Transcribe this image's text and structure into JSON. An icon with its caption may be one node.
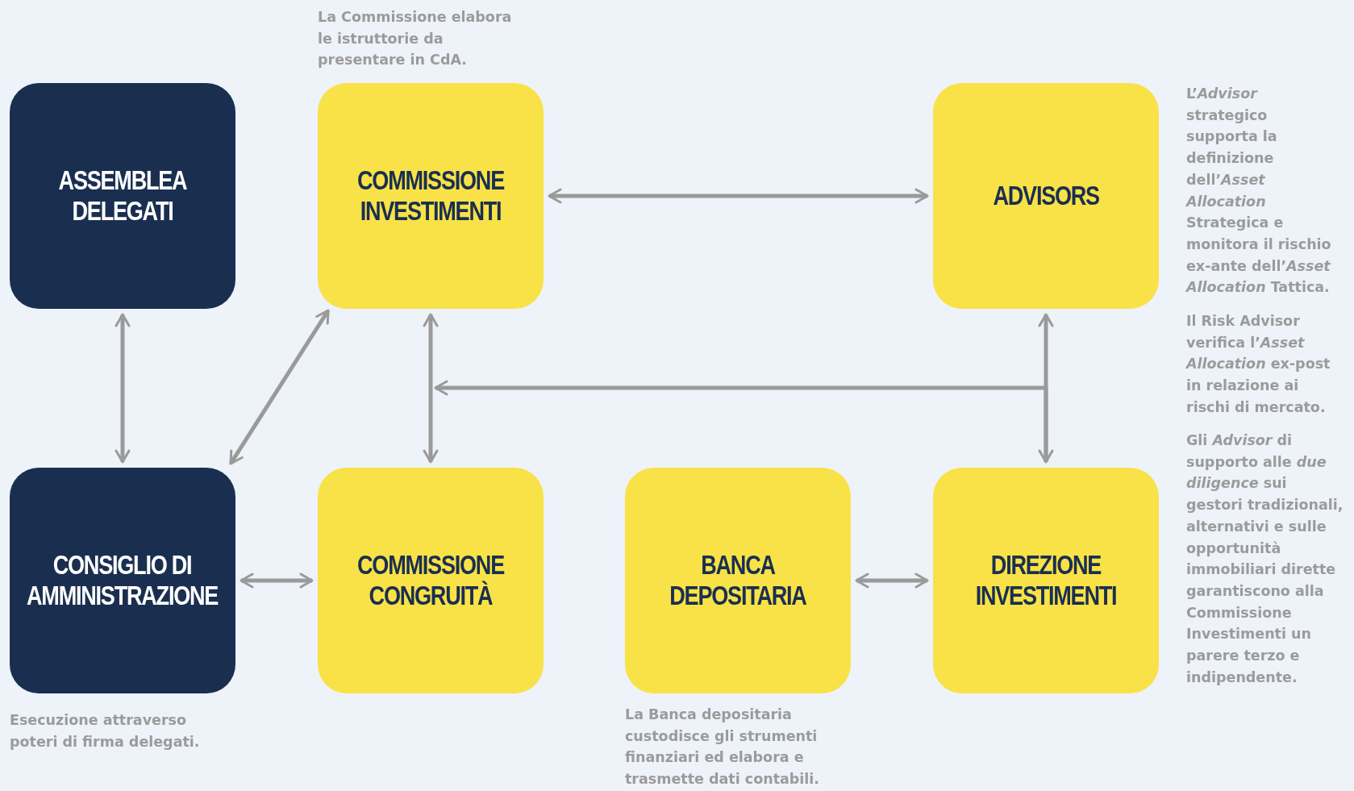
{
  "diagram": {
    "nodes": [
      {
        "text": [
          "ASSEMBLEA DELEGATI"
        ]
      },
      {
        "text": [
          "COMMISSIONE INVESTIMENTI"
        ],
        "beside": [
          "La **Commissione** elabora le istruttorie da presentare in CdA."
        ]
      },
      {
        "text": [
          "ADVISORS"
        ],
        "beside": [
          "L’*Advisor* **strategico** supporta la definizione dell’*Asset Allocation* Strategica e monitora il rischio ex-ante dell’*Asset Allocation* Tattica.",
          "Il **Risk Advisor** verifica l’*Asset Allocation* ex-post in relazione ai rischi di mercato.",
          "Gli *Advisor* **di supporto alle** *due diligence* sui gestori tradizionali, alternativi e sulle opportunità immobiliari dirette garantiscono alla Commissione Investimenti un parere terzo e indipendente."
        ]
      },
      {
        "text": [
          "CONSIGLIO DI AMMINISTRAZIONE"
        ],
        "beside": [
          "Esecuzione attraverso poteri di firma delegati."
        ]
      },
      {
        "text": [
          "COMMISSIONE CONGRUITÀ"
        ]
      },
      {
        "text": [
          "BANCA DEPOSITARIA"
        ],
        "beside": [
          "La **Banca depositaria** custodisce gli strumenti finanziari ed elabora e trasmette dati contabili."
        ]
      },
      {
        "text": [
          "DIREZIONE INVESTIMENTI"
        ]
      }
    ],
    "edges": [
      {
        "from": 0,
        "to": 3,
        "arrow": "both"
      },
      {
        "from": 1,
        "to": 2,
        "arrow": "both"
      },
      {
        "from": 3,
        "to": 1,
        "arrow": "both"
      },
      {
        "from": 1,
        "to": 4,
        "arrow": "both"
      },
      {
        "from": 2,
        "to": 6,
        "arrow": "both"
      },
      {
        "from": 6,
        "to": null,
        "arrow": "to"
      },
      {
        "from": 3,
        "to": 4,
        "arrow": "both"
      },
      {
        "from": 5,
        "to": 6,
        "arrow": "both"
      }
    ]
  }
}
